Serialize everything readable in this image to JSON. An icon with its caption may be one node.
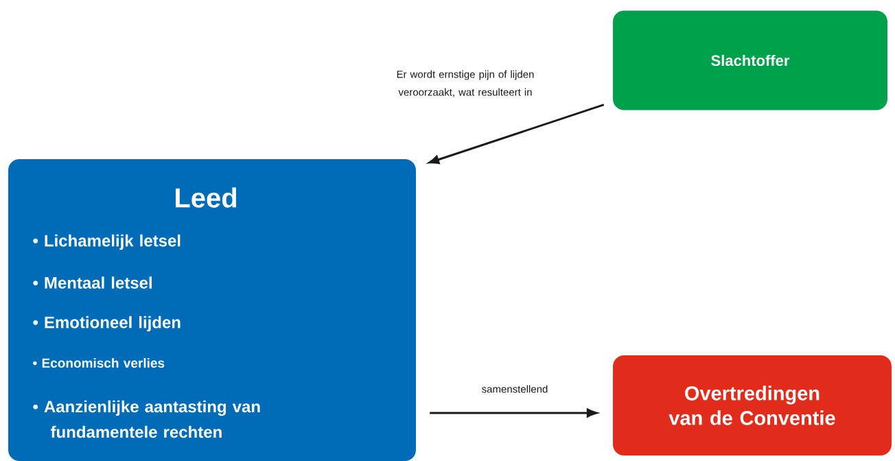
{
  "diagram": {
    "nodes": [
      {
        "text": [
          "Slachtoffer"
        ]
      },
      {
        "text": [
          "Leed",
          "• Lichamelijk letsel",
          "• Mentaal letsel",
          "• Emotioneel lijden",
          "• Economisch verlies",
          "• Aanzienlijke aantasting van fundamentele rechten"
        ]
      },
      {
        "text": [
          "Overtredingen van de Conventie"
        ]
      }
    ],
    "edges": [
      {
        "from": 0,
        "to": 1,
        "arrow": "to",
        "label": "Er wordt ernstige pijn of lijden veroorzaakt, wat resulteert in"
      },
      {
        "from": 1,
        "to": 2,
        "arrow": "to",
        "label": "samenstellend"
      }
    ]
  }
}
